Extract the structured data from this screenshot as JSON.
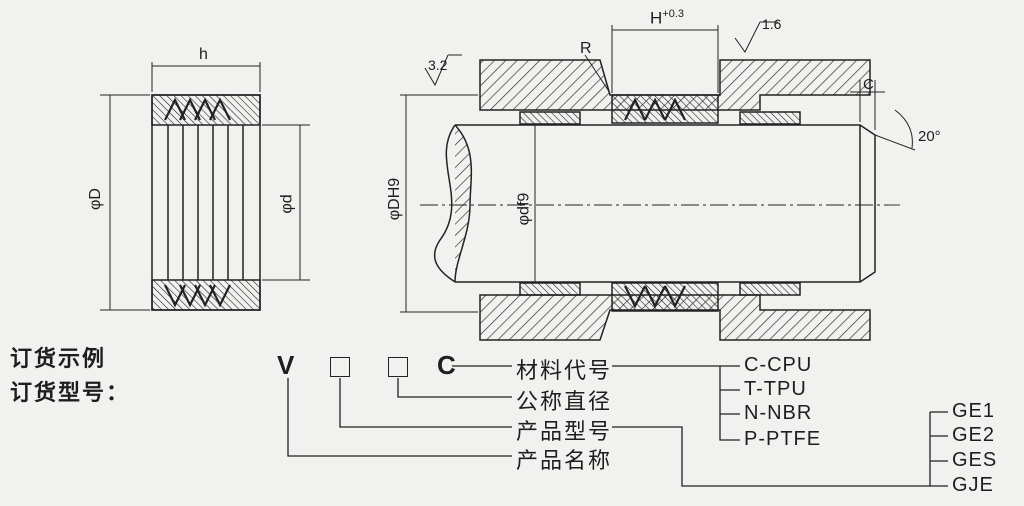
{
  "dimensions": {
    "h": "h",
    "H": "H",
    "H_tol": "+0.3",
    "R": "R",
    "C": "C",
    "roughness_a": "1.6",
    "roughness_b": "3.2",
    "angle": "20°",
    "phiD": "φD",
    "phid": "φd",
    "phiDH9": "φDH9",
    "phidf9": "φdf9"
  },
  "order": {
    "example_title": "订货示例",
    "model_title": "订货型号：",
    "code_v": "V",
    "code_c": "C",
    "material_label": "材料代号",
    "diameter_label": "公称直径",
    "type_label": "产品型号",
    "name_label": "产品名称",
    "materials": [
      "C-CPU",
      "T-TPU",
      "N-NBR",
      "P-PTFE"
    ],
    "types": [
      "GE1",
      "GE2",
      "GES",
      "GJE"
    ]
  },
  "colors": {
    "ink": "#222222",
    "hatch": "#333333",
    "background": "#f1f1ef"
  }
}
